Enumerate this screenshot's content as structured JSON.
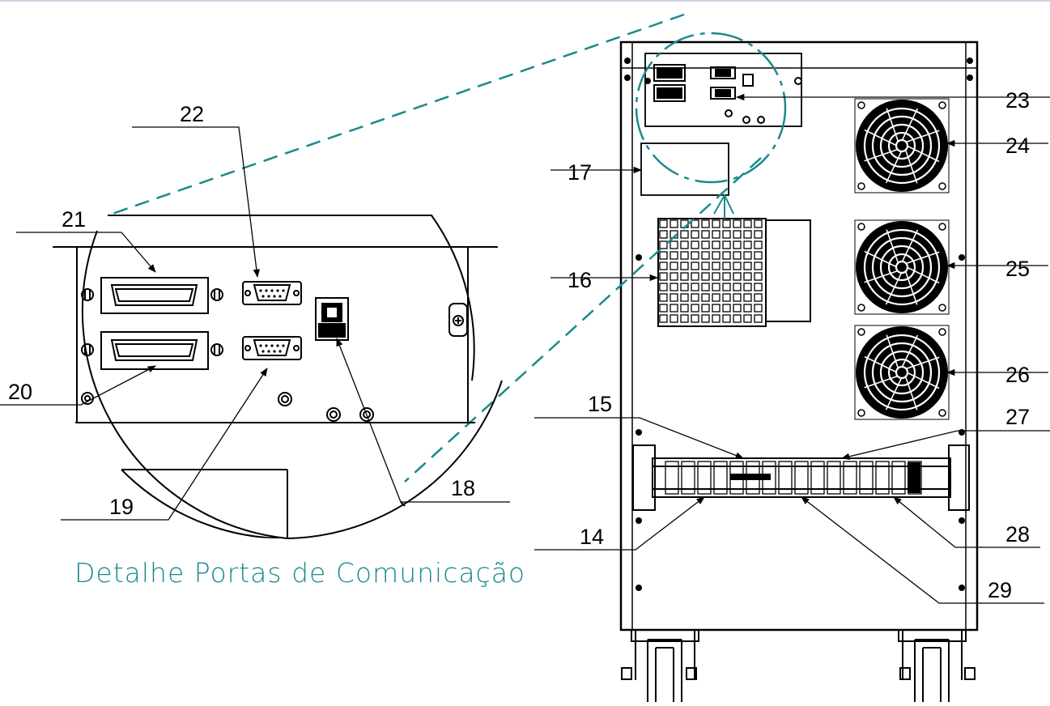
{
  "diagram": {
    "caption": "Detalhe Portas de Comunicação",
    "accent_color": "#1a8a8c",
    "line_color": "#000000",
    "callouts": [
      {
        "id": "14",
        "label": "14"
      },
      {
        "id": "15",
        "label": "15"
      },
      {
        "id": "16",
        "label": "16"
      },
      {
        "id": "17",
        "label": "17"
      },
      {
        "id": "18",
        "label": "18"
      },
      {
        "id": "19",
        "label": "19"
      },
      {
        "id": "20",
        "label": "20"
      },
      {
        "id": "21",
        "label": "21"
      },
      {
        "id": "22",
        "label": "22"
      },
      {
        "id": "23",
        "label": "23"
      },
      {
        "id": "24",
        "label": "24"
      },
      {
        "id": "25",
        "label": "25"
      },
      {
        "id": "26",
        "label": "26"
      },
      {
        "id": "27",
        "label": "27"
      },
      {
        "id": "28",
        "label": "28"
      },
      {
        "id": "29",
        "label": "29"
      }
    ]
  }
}
